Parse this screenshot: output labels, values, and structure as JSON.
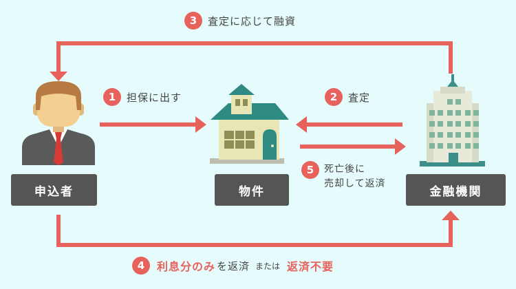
{
  "steps": {
    "s1": {
      "num": "1",
      "text": "担保に出す"
    },
    "s2": {
      "num": "2",
      "text": "査定"
    },
    "s3": {
      "num": "3",
      "text": "査定に応じて融資"
    },
    "s4": {
      "num": "4",
      "part1": "利息分のみ",
      "part2": "を返済",
      "part3": "または",
      "part4": "返済不要"
    },
    "s5": {
      "num": "5",
      "line1": "死亡後に",
      "line2": "売却して返済"
    }
  },
  "nodes": {
    "applicant": {
      "label": "申込者",
      "icon": "person-icon"
    },
    "property": {
      "label": "物件",
      "icon": "house-icon"
    },
    "bank": {
      "label": "金融機関",
      "icon": "building-icon"
    }
  },
  "colors": {
    "background": "#e6fbfc",
    "arrow": "#e8625d",
    "label_bg": "#555555",
    "text": "#444444"
  }
}
